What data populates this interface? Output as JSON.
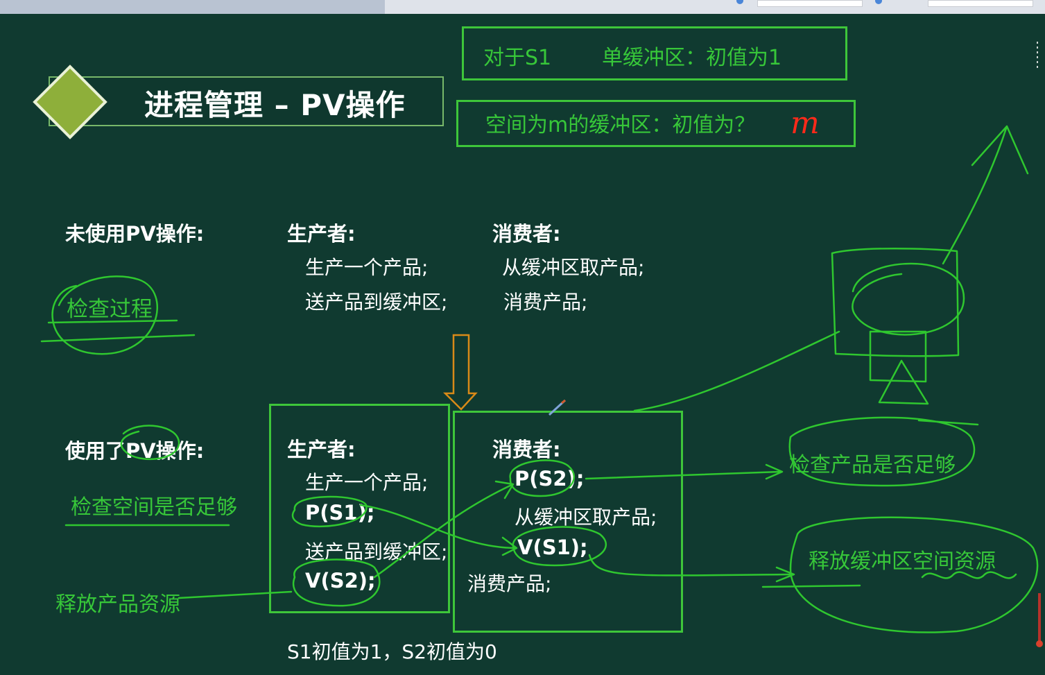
{
  "title": "进程管理 – PV操作",
  "note_s1": {
    "left": "对于S1",
    "right": "单缓冲区：初值为1"
  },
  "note_m": {
    "text": "空间为m的缓冲区：初值为？",
    "annotation": "m"
  },
  "without_pv": {
    "label": "未使用PV操作:",
    "annotation": "检查过程",
    "producer": {
      "title": "生产者:",
      "lines": [
        "生产一个产品;",
        "送产品到缓冲区;"
      ]
    },
    "consumer": {
      "title": "消费者:",
      "lines": [
        "从缓冲区取产品;",
        "消费产品;"
      ]
    }
  },
  "with_pv": {
    "label": "使用了PV操作:",
    "annotation_space": "检查空间是否足够",
    "annotation_release_product": "释放产品资源",
    "producer": {
      "title": "生产者:",
      "line1": "生产一个产品;",
      "p": "P(S1);",
      "line2": "送产品到缓冲区;",
      "v": "V(S2);"
    },
    "consumer": {
      "title": "消费者:",
      "p": "P(S2);",
      "line1": "从缓冲区取产品;",
      "v": "V(S1);",
      "line2": "消费产品;"
    },
    "annotation_check_product": "检查产品是否足够",
    "annotation_release_space": "释放缓冲区空间资源"
  },
  "footer": "S1初值为1，S2初值为0",
  "colors": {
    "background": "#103a30",
    "annotation": "#37c739",
    "highlight": "#ff2a1a",
    "arrow": "#d98a18"
  }
}
